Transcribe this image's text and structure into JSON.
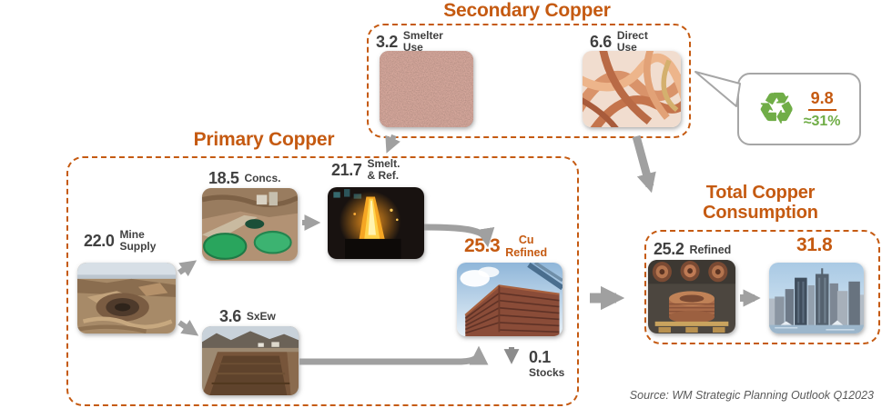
{
  "colors": {
    "accent_orange": "#C55A11",
    "number_gray": "#404040",
    "arrow_gray": "#A6A6A6",
    "recycle_green": "#70AD47",
    "source_gray": "#595959"
  },
  "secondary": {
    "title": "Secondary Copper",
    "smelter_use": {
      "value": "3.2",
      "label_line1": "Smelter",
      "label_line2": "Use"
    },
    "direct_use": {
      "value": "6.6",
      "label_line1": "Direct",
      "label_line2": "Use"
    }
  },
  "recycle_badge": {
    "icon_glyph": "♻",
    "value": "9.8",
    "percent": "≈31%"
  },
  "primary": {
    "title": "Primary Copper",
    "mine_supply": {
      "value": "22.0",
      "label_line1": "Mine",
      "label_line2": "Supply"
    },
    "concs": {
      "value": "18.5",
      "label": "Concs."
    },
    "smelt_ref": {
      "value": "21.7",
      "label_line1": "Smelt.",
      "label_line2": "& Ref."
    },
    "sxew": {
      "value": "3.6",
      "label": "SxEw"
    },
    "cu_refined": {
      "value": "25.3",
      "label_line1": "Cu",
      "label_line2": "Refined"
    },
    "stocks": {
      "value": "0.1",
      "label": "Stocks"
    }
  },
  "total": {
    "title_line1": "Total Copper",
    "title_line2": "Consumption",
    "refined": {
      "value": "25.2",
      "label": "Refined"
    },
    "consumption": {
      "value": "31.8"
    }
  },
  "source": "Source: WM Strategic Planning Outlook Q12023"
}
